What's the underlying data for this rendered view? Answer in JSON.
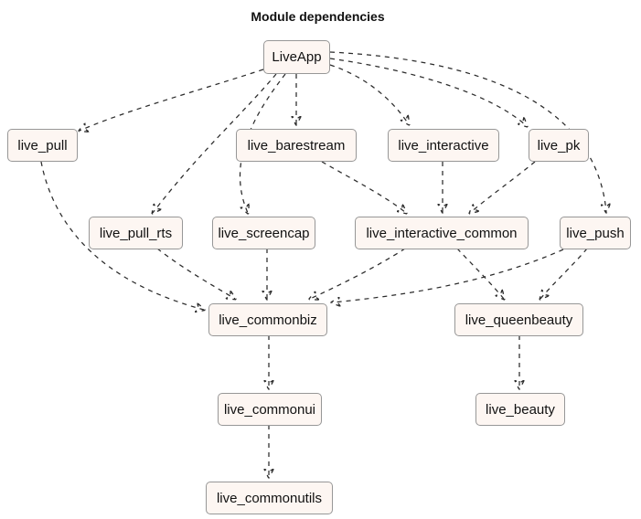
{
  "title": "Module dependencies",
  "colors": {
    "node_fill": "#fdf6f2",
    "node_border": "#979797",
    "edge_color": "#2b2b2b",
    "text_color": "#111111",
    "background": "#ffffff"
  },
  "nodes": [
    {
      "id": "LiveApp",
      "label": "LiveApp"
    },
    {
      "id": "live_pull",
      "label": "live_pull"
    },
    {
      "id": "live_barestream",
      "label": "live_barestream"
    },
    {
      "id": "live_interactive",
      "label": "live_interactive"
    },
    {
      "id": "live_pk",
      "label": "live_pk"
    },
    {
      "id": "live_pull_rts",
      "label": "live_pull_rts"
    },
    {
      "id": "live_screencap",
      "label": "live_screencap"
    },
    {
      "id": "live_interactive_common",
      "label": "live_interactive_common"
    },
    {
      "id": "live_push",
      "label": "live_push"
    },
    {
      "id": "live_commonbiz",
      "label": "live_commonbiz"
    },
    {
      "id": "live_queenbeauty",
      "label": "live_queenbeauty"
    },
    {
      "id": "live_commonui",
      "label": "live_commonui"
    },
    {
      "id": "live_beauty",
      "label": "live_beauty"
    },
    {
      "id": "live_commonutils",
      "label": "live_commonutils"
    }
  ],
  "edges": [
    {
      "from": "LiveApp",
      "to": "live_pull",
      "style": "dashed"
    },
    {
      "from": "LiveApp",
      "to": "live_barestream",
      "style": "dashed"
    },
    {
      "from": "LiveApp",
      "to": "live_interactive",
      "style": "dashed"
    },
    {
      "from": "LiveApp",
      "to": "live_pk",
      "style": "dashed"
    },
    {
      "from": "LiveApp",
      "to": "live_push",
      "style": "dashed"
    },
    {
      "from": "LiveApp",
      "to": "live_pull_rts",
      "style": "dashed"
    },
    {
      "from": "LiveApp",
      "to": "live_screencap",
      "style": "dashed"
    },
    {
      "from": "live_barestream",
      "to": "live_interactive_common",
      "style": "dashed"
    },
    {
      "from": "live_interactive",
      "to": "live_interactive_common",
      "style": "dashed"
    },
    {
      "from": "live_pk",
      "to": "live_interactive_common",
      "style": "dashed"
    },
    {
      "from": "live_pull",
      "to": "live_commonbiz",
      "style": "dashed"
    },
    {
      "from": "live_pull_rts",
      "to": "live_commonbiz",
      "style": "dashed"
    },
    {
      "from": "live_screencap",
      "to": "live_commonbiz",
      "style": "dashed"
    },
    {
      "from": "live_interactive_common",
      "to": "live_commonbiz",
      "style": "dashed"
    },
    {
      "from": "live_push",
      "to": "live_commonbiz",
      "style": "dashed"
    },
    {
      "from": "live_interactive_common",
      "to": "live_queenbeauty",
      "style": "dashed"
    },
    {
      "from": "live_push",
      "to": "live_queenbeauty",
      "style": "dashed"
    },
    {
      "from": "live_queenbeauty",
      "to": "live_beauty",
      "style": "dashed"
    },
    {
      "from": "live_commonbiz",
      "to": "live_commonui",
      "style": "dashed"
    },
    {
      "from": "live_commonui",
      "to": "live_commonutils",
      "style": "dashed"
    }
  ]
}
